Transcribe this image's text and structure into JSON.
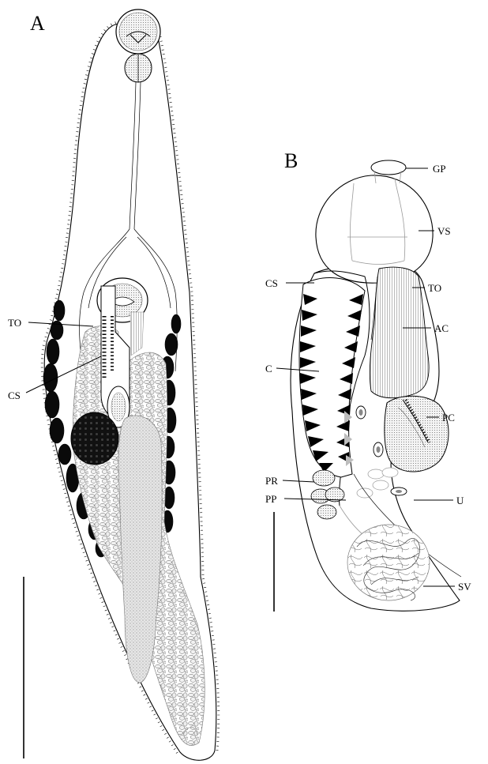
{
  "figure": {
    "panel_a": {
      "letter": "A",
      "labels": {
        "to": "TO",
        "cs": "CS"
      }
    },
    "panel_b": {
      "letter": "B",
      "labels": {
        "gp": "GP",
        "vs": "VS",
        "cs": "CS",
        "to": "TO",
        "ac": "AC",
        "c": "C",
        "pc": "PC",
        "pr": "PR",
        "pp": "PP",
        "u": "U",
        "sv": "SV"
      }
    }
  },
  "colors": {
    "ink": "#000000",
    "paper": "#ffffff",
    "stipple": "#dcdcdc"
  }
}
